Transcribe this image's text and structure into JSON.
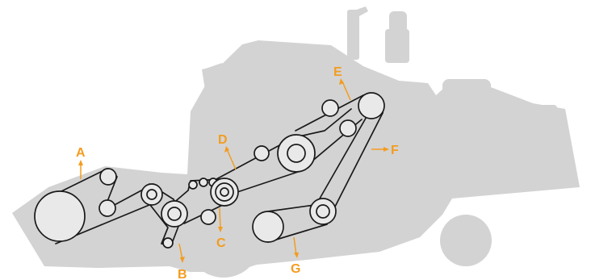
{
  "colors": {
    "silhouette": "#d3d3d3",
    "belt": "#1a1a1a",
    "accent": "#f39c1f"
  },
  "labels": {
    "a": "A",
    "b": "B",
    "c": "C",
    "d": "D",
    "e": "E",
    "f": "F",
    "g": "G"
  }
}
